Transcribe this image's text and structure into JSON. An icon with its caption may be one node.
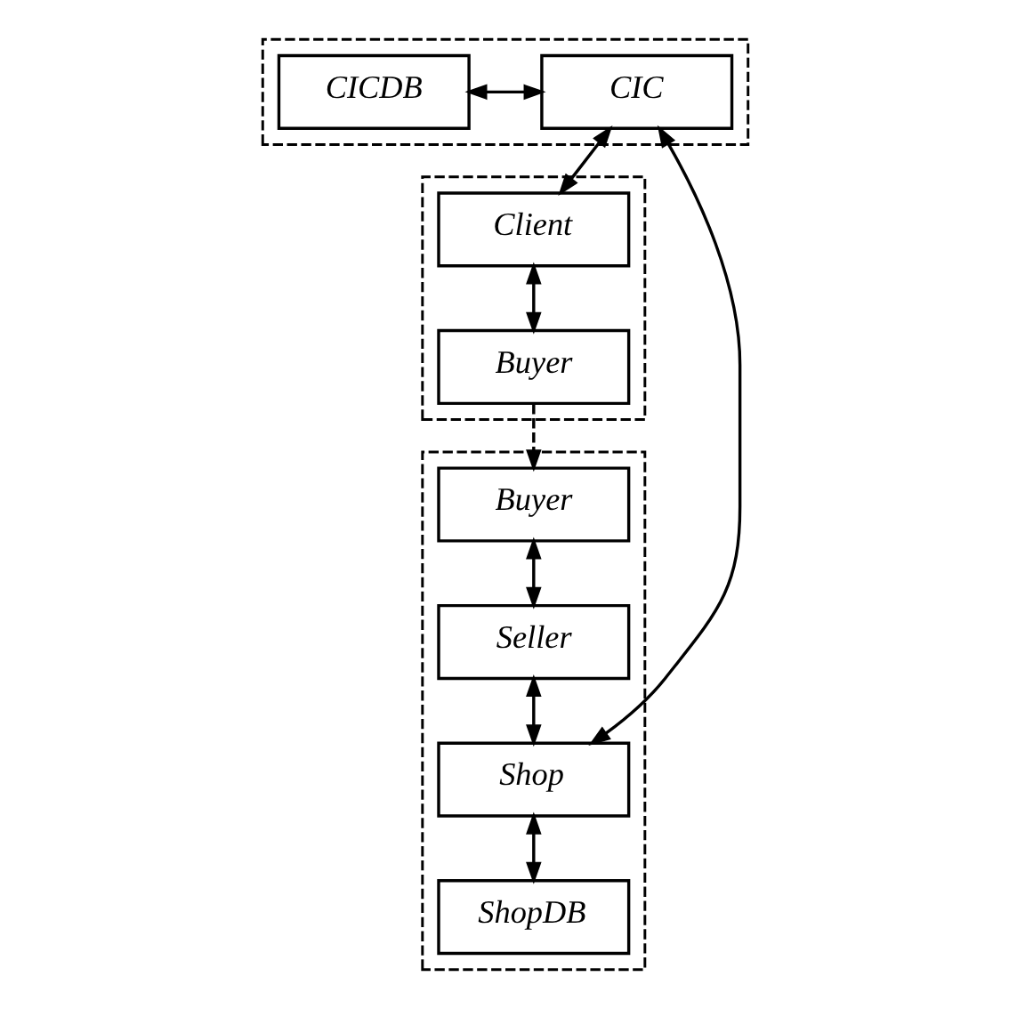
{
  "diagram": {
    "nodes": [
      {
        "text": [],
        "shape": "box"
      },
      {
        "text": [
          "CICDB"
        ],
        "in": 0
      },
      {
        "text": [
          "CIC"
        ],
        "in": 0
      },
      {
        "text": [],
        "shape": "box"
      },
      {
        "text": [
          "Client"
        ],
        "in": 3
      },
      {
        "text": [
          "Buyer"
        ],
        "in": 3
      },
      {
        "text": [],
        "shape": "box"
      },
      {
        "text": [
          "Buyer"
        ],
        "in": 6
      },
      {
        "text": [
          "Seller"
        ],
        "in": 6
      },
      {
        "text": [
          "Shop"
        ],
        "in": 6
      },
      {
        "text": [
          "ShopDB"
        ],
        "in": 6
      }
    ],
    "edges": [
      {
        "from": 1,
        "to": 2,
        "arrow": "both"
      },
      {
        "from": 2,
        "to": 4,
        "arrow": "both"
      },
      {
        "from": 4,
        "to": 5,
        "arrow": "both"
      },
      {
        "from": 5,
        "to": 7,
        "arrow": "to",
        "style": "dashed"
      },
      {
        "from": 7,
        "to": 8,
        "arrow": "both"
      },
      {
        "from": 8,
        "to": 9,
        "arrow": "both"
      },
      {
        "from": 9,
        "to": 10,
        "arrow": "both"
      },
      {
        "from": 2,
        "to": 9,
        "arrow": "both"
      }
    ]
  }
}
